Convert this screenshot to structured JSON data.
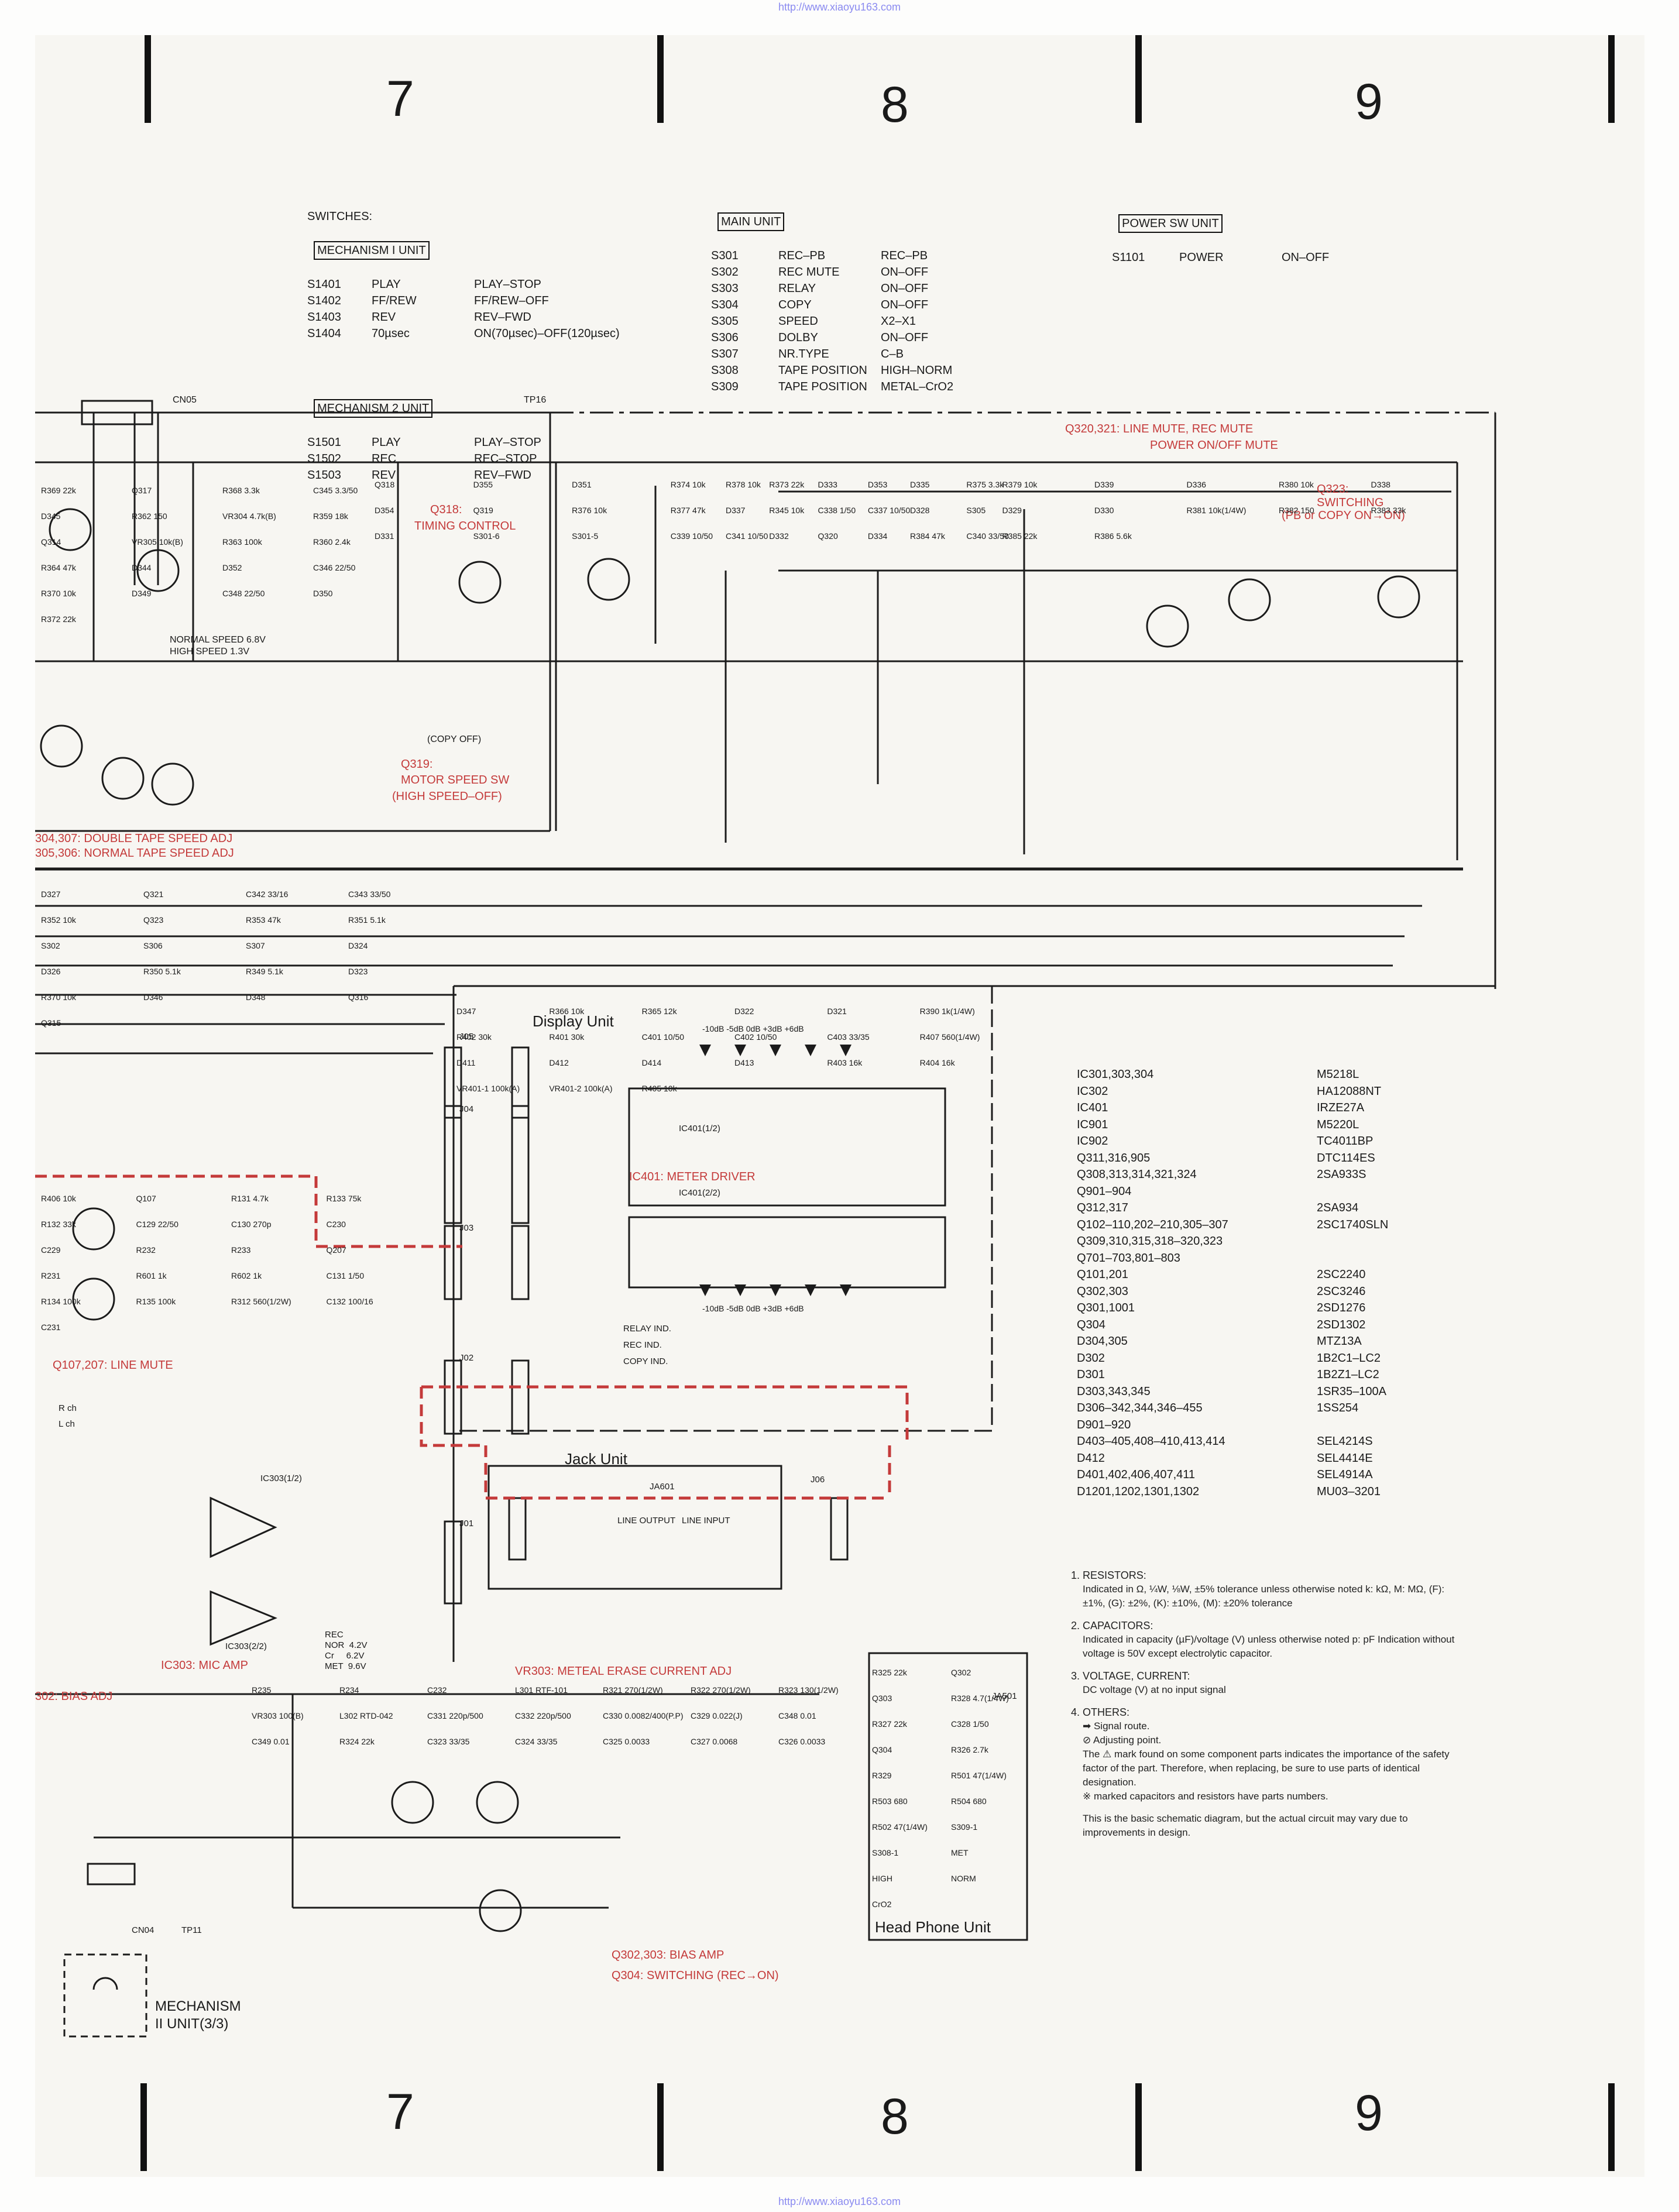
{
  "header_url": "http://www.xiaoyu163.com",
  "footer_url": "http://www.xiaoyu163.com",
  "grid_numbers": [
    "7",
    "8",
    "9"
  ],
  "switches_table": {
    "title": "SWITCHES:",
    "mech1_title": "MECHANISM I UNIT",
    "mech1": [
      {
        "id": "S1401",
        "name": "PLAY",
        "pos": "PLAY–STOP"
      },
      {
        "id": "S1402",
        "name": "FF/REW",
        "pos": "FF/REW–OFF"
      },
      {
        "id": "S1403",
        "name": "REV",
        "pos": "REV–FWD"
      },
      {
        "id": "S1404",
        "name": "70µsec",
        "pos": "ON(70µsec)–OFF(120µsec)"
      }
    ],
    "mech2_title": "MECHANISM 2 UNIT",
    "mech2": [
      {
        "id": "S1501",
        "name": "PLAY",
        "pos": "PLAY–STOP"
      },
      {
        "id": "S1502",
        "name": "REC",
        "pos": "REC–STOP"
      },
      {
        "id": "S1503",
        "name": "REV",
        "pos": "REV–FWD"
      }
    ],
    "main_title": "MAIN UNIT",
    "main": [
      {
        "id": "S301",
        "name": "REC–PB",
        "pos": "REC–PB"
      },
      {
        "id": "S302",
        "name": "REC MUTE",
        "pos": "ON–OFF"
      },
      {
        "id": "S303",
        "name": "RELAY",
        "pos": "ON–OFF"
      },
      {
        "id": "S304",
        "name": "COPY",
        "pos": "ON–OFF"
      },
      {
        "id": "S305",
        "name": "SPEED",
        "pos": "X2–X1"
      },
      {
        "id": "S306",
        "name": "DOLBY",
        "pos": "ON–OFF"
      },
      {
        "id": "S307",
        "name": "NR.TYPE",
        "pos": "C–B"
      },
      {
        "id": "S308",
        "name": "TAPE POSITION",
        "pos": "HIGH–NORM"
      },
      {
        "id": "S309",
        "name": "TAPE POSITION",
        "pos": "METAL–CrO2"
      }
    ],
    "power_title": "POWER SW UNIT",
    "power": [
      {
        "id": "S1101",
        "name": "POWER",
        "pos": "ON–OFF"
      }
    ]
  },
  "red_labels": {
    "q320": "Q320,321: LINE MUTE, REC MUTE",
    "q320b": "POWER ON/OFF MUTE",
    "q318": "Q318:",
    "q318b": "TIMING CONTROL",
    "q323": "Q323:",
    "q323b": "SWITCHING",
    "q323c": "(PB or COPY ON→ON)",
    "q319": "Q319:",
    "q319b": "MOTOR SPEED SW",
    "q319c": "(HIGH SPEED–OFF)",
    "vr304": "304,307: DOUBLE TAPE SPEED ADJ",
    "vr305": "305,306: NORMAL TAPE SPEED ADJ",
    "ic401": "IC401: METER DRIVER",
    "q107": "Q107,207: LINE MUTE",
    "ic303": "IC303: MIC AMP",
    "vr303": "VR303: METEAL ERASE CURRENT ADJ",
    "bias": "302: BIAS ADJ",
    "q302": "Q302,303: BIAS AMP",
    "q304": "Q304: SWITCHING (REC→ON)"
  },
  "black_labels": {
    "cn05": "CN05",
    "tp16": "TP16",
    "display_unit": "Display Unit",
    "jack_unit": "Jack Unit",
    "head_phone_unit": "Head Phone Unit",
    "mechanism": "MECHANISM",
    "mechanism2": "II UNIT(3/3)",
    "normal_speed": "NORMAL SPEED 6.8V",
    "high_speed": "HIGH SPEED 1.3V",
    "copy_off": "(COPY OFF)",
    "relay_ind": "RELAY IND.",
    "rec_ind": "REC IND.",
    "copy_ind": "COPY IND.",
    "line_output": "LINE OUTPUT",
    "line_input": "LINE INPUT",
    "rch": "R ch",
    "lch": "L ch",
    "cn04": "CN04",
    "tp11": "TP11",
    "rec_voltages": "REC\nNOR  4.2V\nCr     6.2V\nMET  9.6V",
    "j05": "J05",
    "j04": "J04",
    "j03": "J03",
    "j02": "J02",
    "j01": "J01",
    "j06": "J06",
    "ja601": "JA601",
    "ja501": "JA501",
    "ic401a": "IC401(1/2)",
    "ic401b": "IC401(2/2)",
    "ic303a": "IC303(1/2)",
    "ic303b": "IC303(2/2)",
    "meter_top": "-10dB -5dB 0dB +3dB +6dB",
    "meter_bot": "-10dB -5dB 0dB +3dB +6dB"
  },
  "components": [
    "R369 22k",
    "Q317",
    "R368 3.3k",
    "C345 3.3/50",
    "D345",
    "R362 150",
    "VR304 4.7k(B)",
    "R359 18k",
    "Q314",
    "VR305 10k(B)",
    "R363 100k",
    "R360 2.4k",
    "R364 47k",
    "D344",
    "D352",
    "C346 22/50",
    "R370 10k",
    "D349",
    "C348 22/50",
    "D350",
    "R372 22k",
    "Q318",
    "D355",
    "D351",
    "R374 10k",
    "R373 22k",
    "D353",
    "R375 3.3k",
    "D354",
    "Q319",
    "R376 10k",
    "R377 47k",
    "R345 10k",
    "C337 10/50",
    "S305",
    "D331",
    "S301-6",
    "S301-5",
    "C339 10/50",
    "D332",
    "D334",
    "C340 33/50",
    "R378 10k",
    "D333",
    "D335",
    "R379 10k",
    "D339",
    "D336",
    "R380 10k",
    "D338",
    "D337",
    "C338 1/50",
    "D328",
    "D329",
    "D330",
    "R381 10k(1/4W)",
    "R382 150",
    "R383 33k",
    "C341 10/50",
    "Q320",
    "R384 47k",
    "R385 22k",
    "R386 5.6k",
    "D327",
    "Q321",
    "C342 33/16",
    "C343 33/50",
    "R352 10k",
    "Q323",
    "R353 47k",
    "R351 5.1k",
    "S302",
    "S306",
    "S307",
    "D324",
    "D326",
    "R350 5.1k",
    "R349 5.1k",
    "D323",
    "R370 10k",
    "D346",
    "D348",
    "Q316",
    "Q315",
    "D347",
    "R366 10k",
    "R365 12k",
    "D322",
    "D321",
    "R390 1k(1/4W)",
    "R402 30k",
    "R401 30k",
    "C401 10/50",
    "C402 10/50",
    "C403 33/35",
    "R407 560(1/4W)",
    "D411",
    "D412",
    "D414",
    "D413",
    "R403 16k",
    "R404 16k",
    "VR401-1 100k(A)",
    "VR401-2 100k(A)",
    "R405 10k",
    "R406 10k",
    "Q107",
    "R131 4.7k",
    "R133 75k",
    "R132 33k",
    "C129 22/50",
    "C130 270p",
    "C230",
    "C229",
    "R232",
    "R233",
    "Q207",
    "R231",
    "R601 1k",
    "R602 1k",
    "C131 1/50",
    "R134 100k",
    "R135 100k",
    "R312 560(1/2W)",
    "C132 100/16",
    "C231",
    "R235",
    "R234",
    "C232",
    "L301 RTF-101",
    "R321 270(1/2W)",
    "R322 270(1/2W)",
    "R323 130(1/2W)",
    "VR303 100(B)",
    "L302 RTD-042",
    "C331 220p/500",
    "C332 220p/500",
    "C330 0.0082/400(P.P)",
    "C329 0.022(J)",
    "C348 0.01",
    "C349 0.01",
    "R324 22k",
    "C323 33/35",
    "C324 33/35",
    "C325 0.0033",
    "C327 0.0068",
    "C326 0.0033",
    "R325 22k",
    "Q302",
    "Q303",
    "R328 4.7(1/4W)",
    "R327 22k",
    "C328 1/50",
    "Q304",
    "R326 2.7k",
    "R329",
    "R501 47(1/4W)",
    "R503 680",
    "R504 680",
    "R502 47(1/4W)",
    "S309-1",
    "S308-1",
    "MET",
    "HIGH",
    "NORM",
    "CrO2"
  ],
  "parts_list": [
    {
      "ref": "IC301,303,304",
      "part": "M5218L"
    },
    {
      "ref": "IC302",
      "part": "HA12088NT"
    },
    {
      "ref": "IC401",
      "part": "IRZE27A"
    },
    {
      "ref": "IC901",
      "part": "M5220L"
    },
    {
      "ref": "IC902",
      "part": "TC4011BP"
    },
    {
      "ref": "Q311,316,905",
      "part": "DTC114ES"
    },
    {
      "ref": "Q308,313,314,321,324",
      "part": "2SA933S"
    },
    {
      "ref": "Q901–904",
      "part": ""
    },
    {
      "ref": "Q312,317",
      "part": "2SA934"
    },
    {
      "ref": "Q102–110,202–210,305–307",
      "part": "2SC1740SLN"
    },
    {
      "ref": "Q309,310,315,318–320,323",
      "part": ""
    },
    {
      "ref": "Q701–703,801–803",
      "part": ""
    },
    {
      "ref": "Q101,201",
      "part": "2SC2240"
    },
    {
      "ref": "Q302,303",
      "part": "2SC3246"
    },
    {
      "ref": "Q301,1001",
      "part": "2SD1276"
    },
    {
      "ref": "Q304",
      "part": "2SD1302"
    },
    {
      "ref": "D304,305",
      "part": "MTZ13A"
    },
    {
      "ref": "D302",
      "part": "1B2C1–LC2"
    },
    {
      "ref": "D301",
      "part": "1B2Z1–LC2"
    },
    {
      "ref": "D303,343,345",
      "part": "1SR35–100A"
    },
    {
      "ref": "D306–342,344,346–455",
      "part": "1SS254"
    },
    {
      "ref": "D901–920",
      "part": ""
    },
    {
      "ref": "D403–405,408–410,413,414",
      "part": "SEL4214S"
    },
    {
      "ref": "D412",
      "part": "SEL4414E"
    },
    {
      "ref": "D401,402,406,407,411",
      "part": "SEL4914A"
    },
    {
      "ref": "D1201,1202,1301,1302",
      "part": "MU03–3201"
    }
  ],
  "notes": {
    "n1_title": "1. RESISTORS:",
    "n1_body": "Indicated in Ω, ¼W, ⅛W, ±5% tolerance unless otherwise noted k: kΩ, M: MΩ, (F): ±1%, (G): ±2%, (K): ±10%, (M): ±20% tolerance",
    "n2_title": "2. CAPACITORS:",
    "n2_body": "Indicated in capacity (µF)/voltage (V) unless otherwise noted p: pF Indication without voltage is 50V except electrolytic capacitor.",
    "n3_title": "3. VOLTAGE, CURRENT:",
    "n3_body": "DC voltage (V) at no input signal",
    "n4_title": "4. OTHERS:",
    "n4_a": "Signal route.",
    "n4_b": "Adjusting point.",
    "n4_c": "The ⚠ mark found on some component parts indicates the importance of the safety factor of the part. Therefore, when replacing, be sure to use parts of identical designation.",
    "n4_d": "※ marked capacitors and resistors have parts numbers.",
    "n5": "This is the basic schematic diagram, but the actual circuit may vary due to improvements in design."
  }
}
